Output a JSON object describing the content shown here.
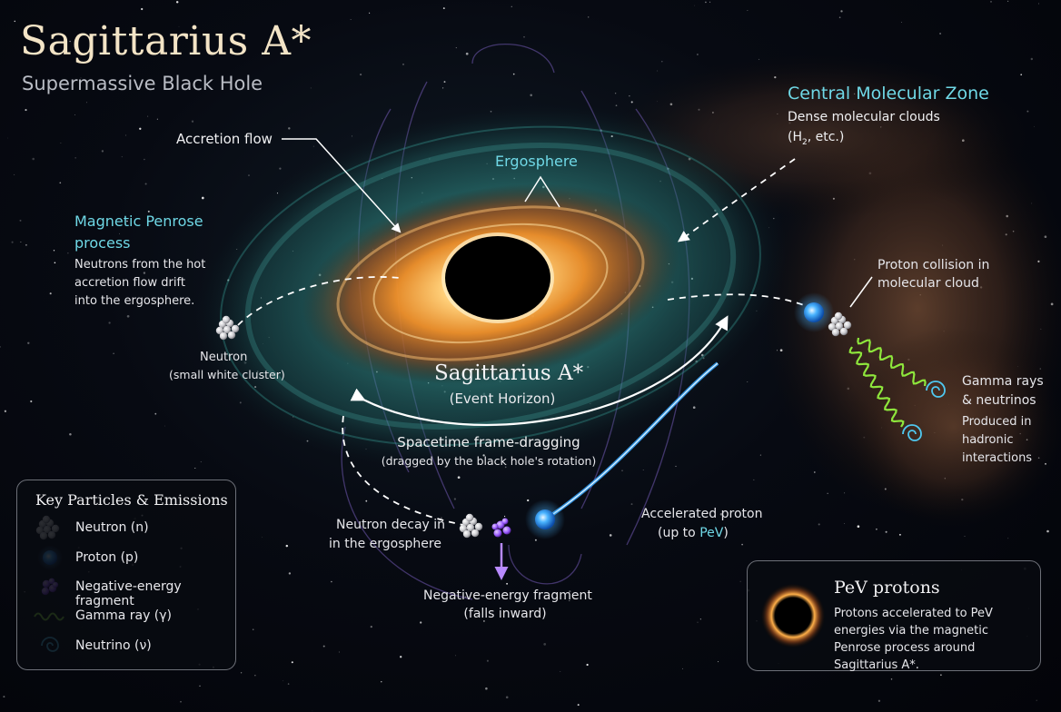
{
  "title": "Sagittarius A*",
  "subtitle": "Supermassive Black Hole",
  "labels": {
    "accretion_flow": "Accretion flow",
    "ergosphere": "Ergosphere",
    "cmz_title": "Central Molecular Zone",
    "cmz_line1": "Dense molecular clouds",
    "cmz_line2_pre": "(H",
    "cmz_line2_sub": "2",
    "cmz_line2_post": ", etc.)",
    "penrose_title_1": "Magnetic Penrose",
    "penrose_title_2": "process",
    "penrose_desc_1": "Neutrons from the hot",
    "penrose_desc_2": "accretion flow drift",
    "penrose_desc_3": "into the ergosphere.",
    "neutron": "Neutron",
    "neutron_sub": "(small white cluster)",
    "center_title": "Sagittarius A*",
    "center_sub": "(Event Horizon)",
    "framedrag_1": "Spacetime frame-dragging",
    "framedrag_2": "(dragged by the black hole's rotation)",
    "proton_collision_1": "Proton collision in",
    "proton_collision_2": "molecular cloud",
    "gamma_1": "Gamma rays",
    "gamma_2": "& neutrinos",
    "gamma_3": "Produced in",
    "gamma_4": "hadronic",
    "gamma_5": "interactions",
    "decay_1": "Neutron decay in",
    "decay_2": "in the ergosphere",
    "accel_1": "Accelerated proton",
    "accel_2_pre": "(up to ",
    "accel_2_pev": "PeV",
    "accel_2_post": ")",
    "negfrag_1": "Negative-energy fragment",
    "negfrag_2": "(falls inward)"
  },
  "legend": {
    "title": "Key Particles & Emissions",
    "items": [
      {
        "icon": "neutron-icon",
        "label": "Neutron (n)"
      },
      {
        "icon": "proton-icon",
        "label": "Proton (p)"
      },
      {
        "icon": "negative-energy-fragment-icon",
        "label": "Negative-energy fragment"
      },
      {
        "icon": "gamma-ray-icon",
        "label": "Gamma ray (γ)"
      },
      {
        "icon": "neutrino-icon",
        "label": "Neutrino (ν)"
      }
    ]
  },
  "note": {
    "title": "PeV protons",
    "text": "Protons accelerated to PeV energies via the magnetic Penrose process around Sagittarius A*."
  },
  "colors": {
    "accent_cyan": "#6fd8e6",
    "disk_orange": "#f0902a",
    "disk_teal": "#2f7f7a",
    "proton_blue": "#2a9cff",
    "fragment_purple": "#9a5cff",
    "gamma_green": "#8ee63c",
    "title_cream": "#f3e4c6"
  }
}
